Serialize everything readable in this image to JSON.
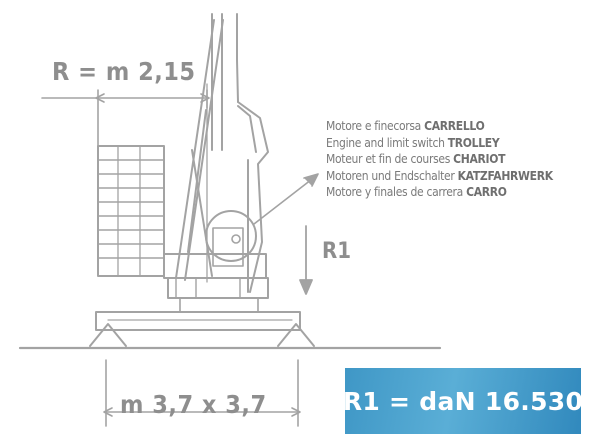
{
  "dimensions": {
    "radius": "R = m 2,15",
    "base": "m 3,7 x 3,7",
    "reaction": "R1"
  },
  "callout": {
    "lines": [
      {
        "text": "Motore e finecorsa ",
        "keyword": "CARRELLO"
      },
      {
        "text": "Engine and limit switch ",
        "keyword": "TROLLEY"
      },
      {
        "text": "Moteur et fin de courses ",
        "keyword": "CHARIOT"
      },
      {
        "text": "Motoren und Endschalter ",
        "keyword": "KATZFAHRWERK"
      },
      {
        "text": "Motore y finales de carrera ",
        "keyword": "CARRO"
      }
    ]
  },
  "result": {
    "label": "R1 = daN 16.530",
    "background": "#4aa3d0"
  },
  "colors": {
    "line": "#9a9a9a",
    "text": "#7a7a7a",
    "accent": "#4aa3d0"
  }
}
